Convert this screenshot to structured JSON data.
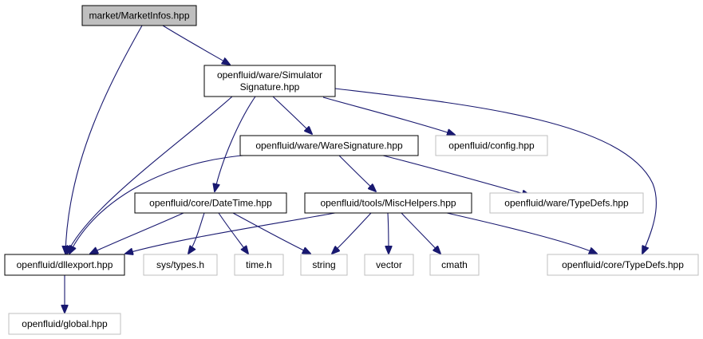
{
  "colors": {
    "edge": "#191970",
    "box_border_dark": "#000000",
    "box_border_light": "#bfbfbf",
    "focus_fill": "#bfbfbf",
    "box_fill": "#ffffff",
    "light_text": "#000000"
  },
  "nodes": {
    "market_infos": {
      "label": "market/MarketInfos.hpp"
    },
    "simulator_signature": {
      "label_line1": "openfluid/ware/Simulator",
      "label_line2": "Signature.hpp"
    },
    "ware_signature": {
      "label": "openfluid/ware/WareSignature.hpp"
    },
    "config": {
      "label": "openfluid/config.hpp"
    },
    "datetime": {
      "label": "openfluid/core/DateTime.hpp"
    },
    "misc_helpers": {
      "label": "openfluid/tools/MiscHelpers.hpp"
    },
    "ware_typedefs": {
      "label": "openfluid/ware/TypeDefs.hpp"
    },
    "dllexport": {
      "label": "openfluid/dllexport.hpp"
    },
    "sys_types": {
      "label": "sys/types.h"
    },
    "time_h": {
      "label": "time.h"
    },
    "string": {
      "label": "string"
    },
    "vector": {
      "label": "vector"
    },
    "cmath": {
      "label": "cmath"
    },
    "core_typedefs": {
      "label": "openfluid/core/TypeDefs.hpp"
    },
    "global": {
      "label": "openfluid/global.hpp"
    }
  }
}
